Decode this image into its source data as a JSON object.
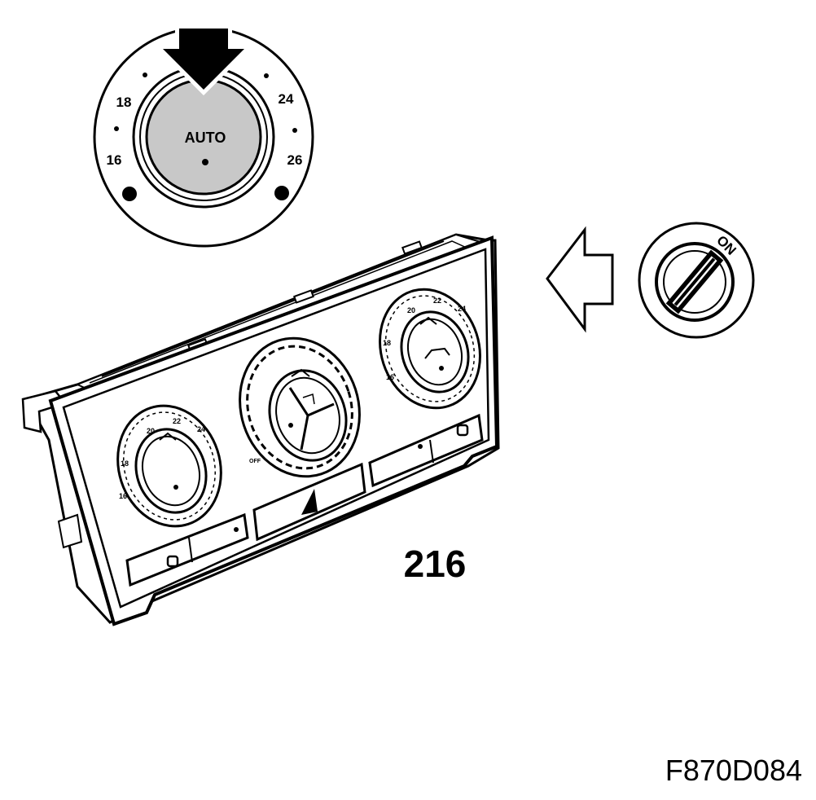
{
  "callout_dial": {
    "button_label": "AUTO",
    "scale": [
      "18",
      "24",
      "16",
      "26"
    ]
  },
  "left_dial_scale": [
    "20",
    "22",
    "24",
    "18",
    "16"
  ],
  "right_dial_scale": [
    "20",
    "22",
    "24",
    "18",
    "16"
  ],
  "fan_dial_labels": [
    "OFF"
  ],
  "ignition": {
    "label": "ON"
  },
  "part_number": "216",
  "figure_code": "F870D084",
  "icons": [
    "press-arrow-icon",
    "ignition-key-icon",
    "direction-arrow-icon",
    "hazard-triangle-icon",
    "windscreen-defrost-icon",
    "car-recirculation-icon"
  ]
}
